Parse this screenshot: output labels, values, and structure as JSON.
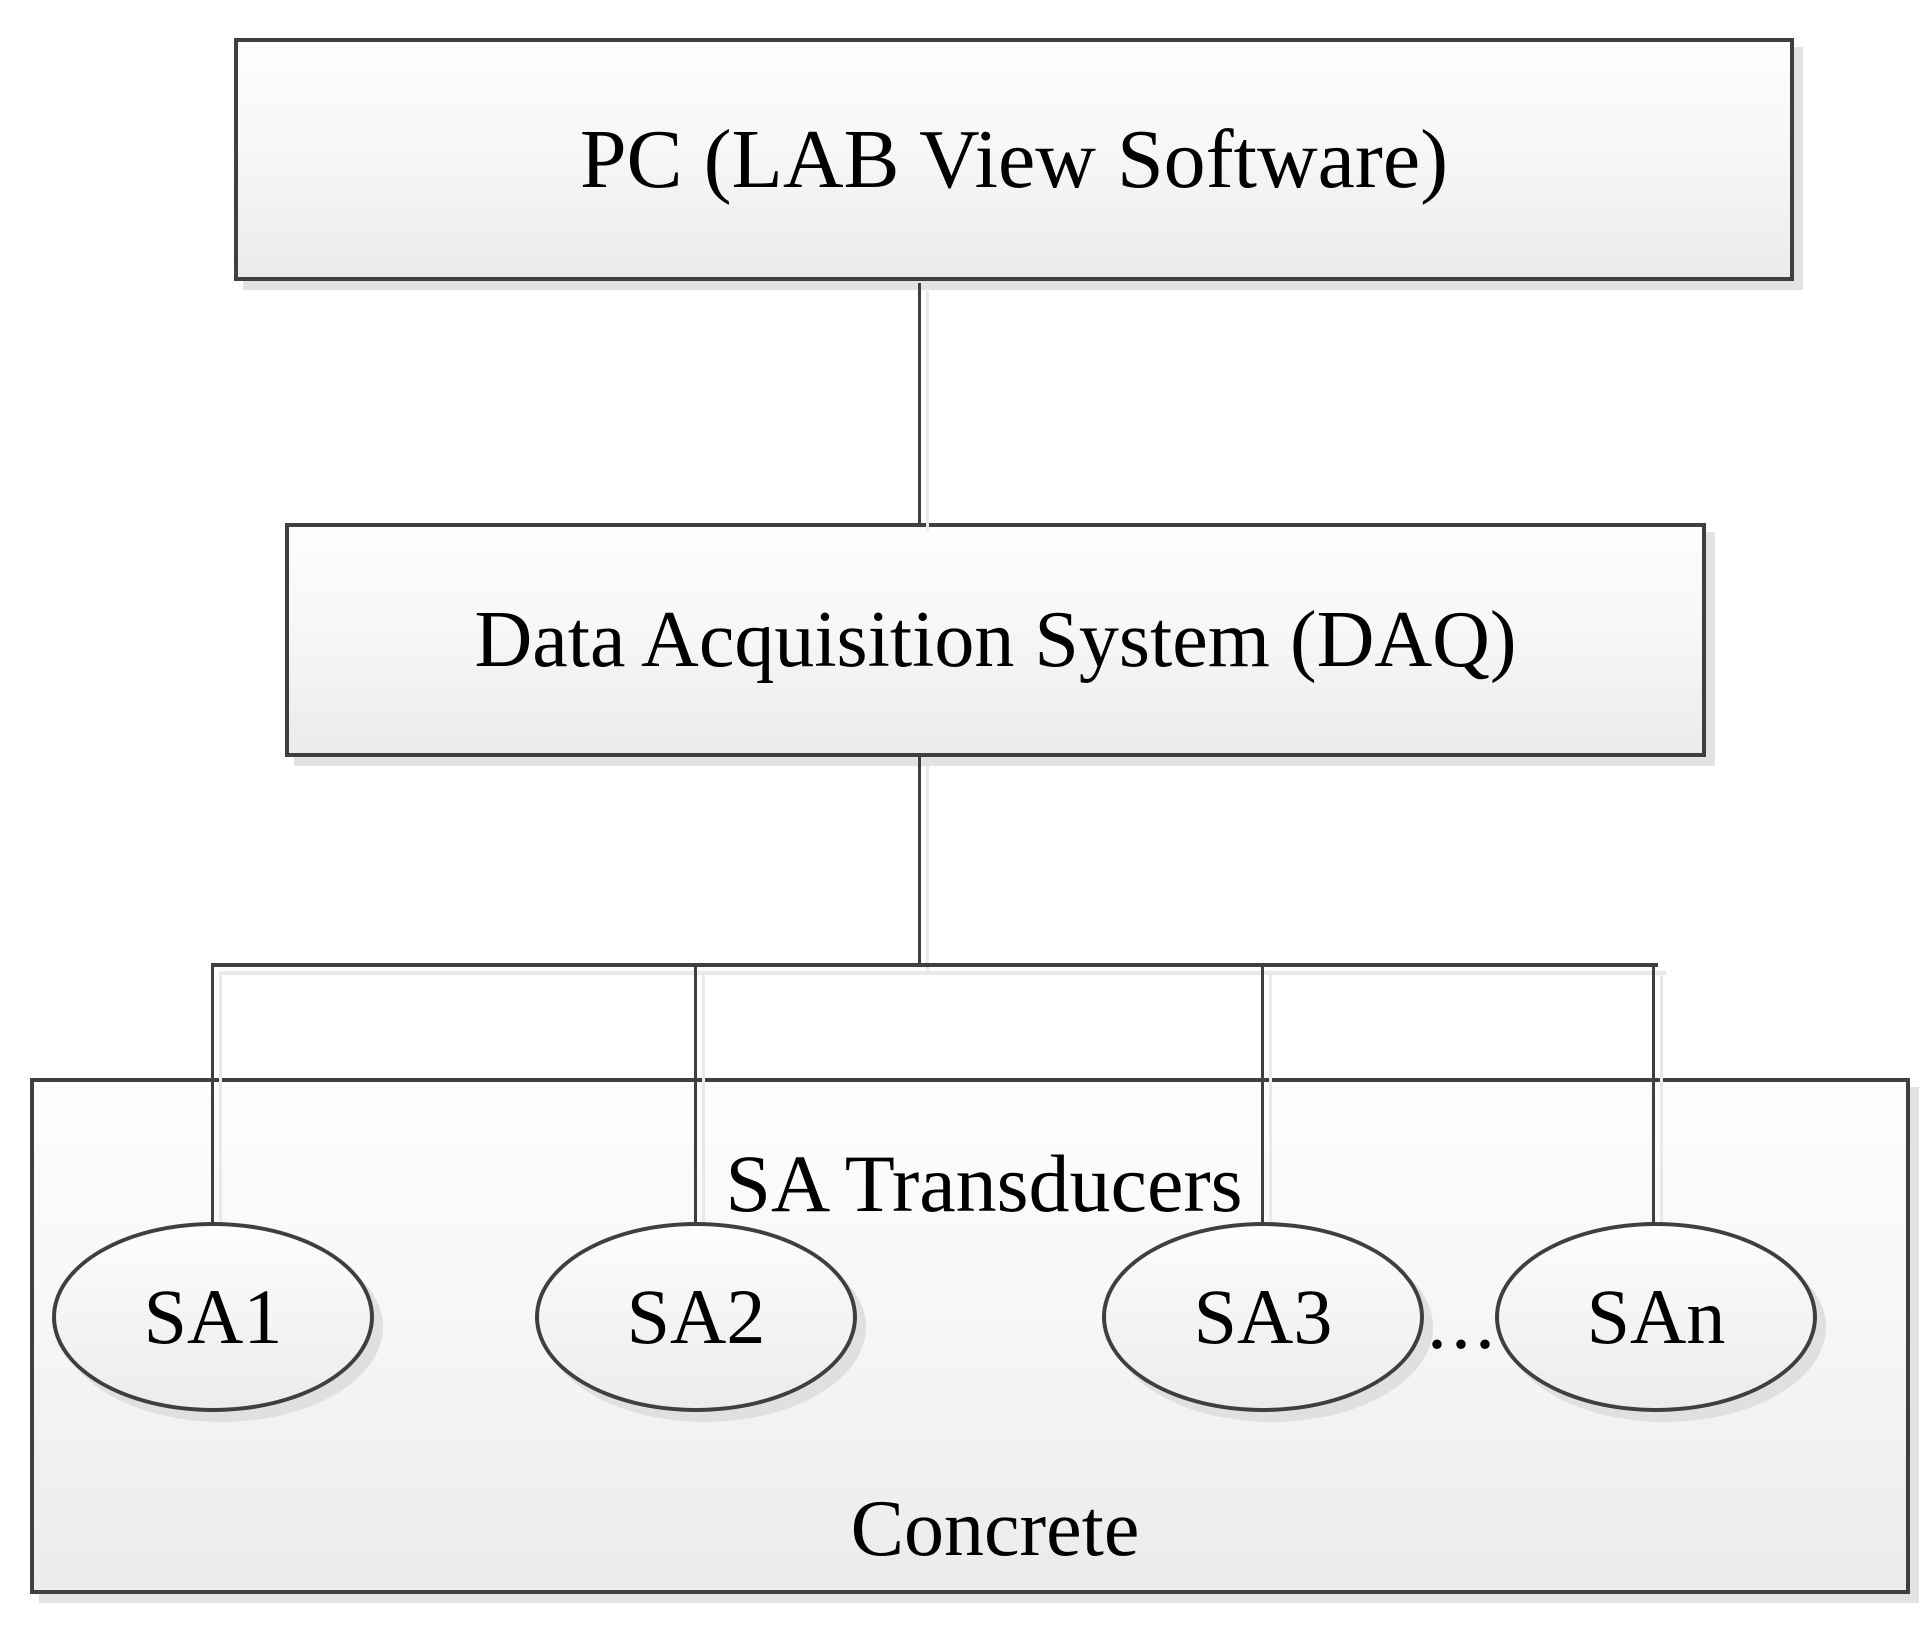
{
  "diagram": {
    "pc_box": {
      "label": "PC (LAB View Software)"
    },
    "daq_box": {
      "label": "Data Acquisition System (DAQ)"
    },
    "transducers_box": {
      "title": "SA Transducers",
      "substrate_label": "Concrete",
      "ellipsis": "...",
      "nodes": [
        {
          "label": "SA1"
        },
        {
          "label": "SA2"
        },
        {
          "label": "SA3"
        },
        {
          "label": "SAn"
        }
      ]
    },
    "colors": {
      "line": "#3f3f3f",
      "shadow": "#e3e3e3",
      "ink": "#000000"
    }
  }
}
